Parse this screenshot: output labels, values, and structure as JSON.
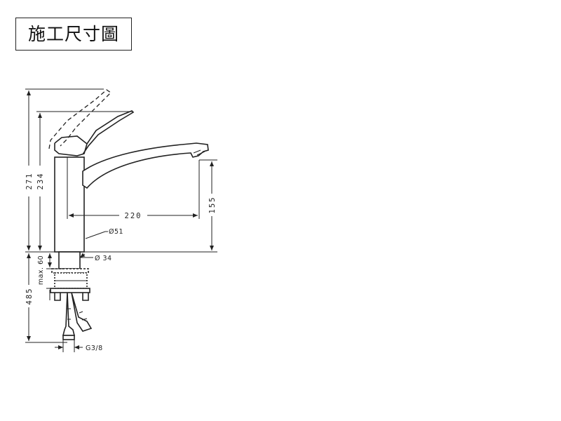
{
  "title": "施工尺寸圖",
  "dimensions": {
    "total_height": "271",
    "lever_height": "234",
    "spout_reach": "220",
    "spout_height": "155",
    "body_diameter": "Ø51",
    "hole_diameter": "Ø 34",
    "max_thickness": "max. 60",
    "hose_length": "485",
    "connection": "G3/8"
  },
  "colors": {
    "line": "#222222",
    "background": "#ffffff"
  }
}
